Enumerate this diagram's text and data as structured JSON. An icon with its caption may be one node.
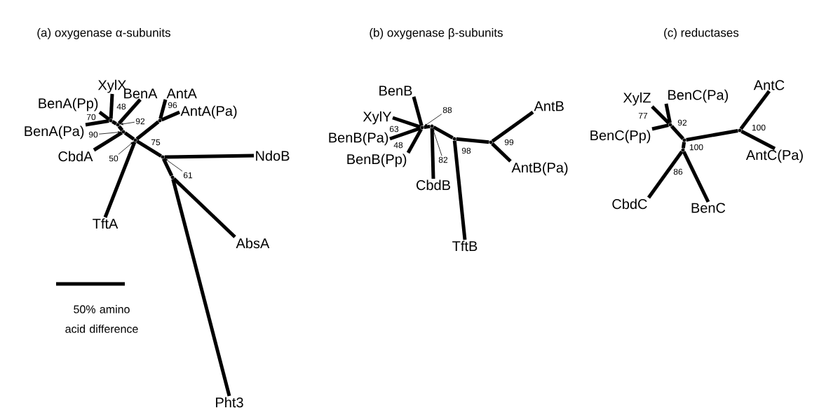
{
  "diagram": {
    "nodes": [
      {
        "text": [],
        "shape": "circle"
      },
      {
        "text": [],
        "shape": "circle"
      },
      {
        "text": [],
        "shape": "circle"
      },
      {
        "text": [],
        "shape": "circle"
      },
      {
        "text": [],
        "shape": "circle"
      },
      {
        "text": [],
        "shape": "circle"
      },
      {
        "text": [],
        "shape": "circle"
      },
      {
        "text": [
          "XylX"
        ]
      },
      {
        "text": [
          "BenA(Pp)"
        ]
      },
      {
        "text": [
          "BenA"
        ]
      },
      {
        "text": [
          "AntA"
        ]
      },
      {
        "text": [
          "AntA(Pa)"
        ]
      },
      {
        "text": [
          "BenA(Pa)"
        ]
      },
      {
        "text": [
          "CbdA"
        ]
      },
      {
        "text": [
          "NdoB"
        ]
      },
      {
        "text": [
          "TftA"
        ]
      },
      {
        "text": [
          "AbsA"
        ]
      },
      {
        "text": [
          "Pht3"
        ]
      },
      {
        "text": [
          "92"
        ]
      },
      {
        "text": [
          "90"
        ]
      },
      {
        "text": [
          "50"
        ]
      },
      {
        "text": [
          "61"
        ]
      },
      {
        "text": [],
        "shape": "circle"
      },
      {
        "text": [],
        "shape": "circle"
      },
      {
        "text": [],
        "shape": "circle"
      },
      {
        "text": [],
        "shape": "circle"
      },
      {
        "text": [
          "BenB"
        ]
      },
      {
        "text": [
          "XylY"
        ]
      },
      {
        "text": [
          "BenB(Pa)"
        ]
      },
      {
        "text": [
          "BenB(Pp)"
        ]
      },
      {
        "text": [
          "CbdB"
        ]
      },
      {
        "text": [
          "TftB"
        ]
      },
      {
        "text": [
          "AntB"
        ]
      },
      {
        "text": [
          "AntB(Pa)"
        ]
      },
      {
        "text": [
          "88"
        ]
      },
      {
        "text": [
          "82"
        ]
      },
      {
        "text": [],
        "shape": "circle"
      },
      {
        "text": [],
        "shape": "circle"
      },
      {
        "text": [],
        "shape": "circle"
      },
      {
        "text": [],
        "shape": "circle"
      },
      {
        "text": [
          "XylZ"
        ]
      },
      {
        "text": [
          "BenC(Pa)"
        ]
      },
      {
        "text": [
          "BenC(Pp)"
        ]
      },
      {
        "text": [
          "AntC"
        ]
      },
      {
        "text": [
          "AntC(Pa)"
        ]
      },
      {
        "text": [
          "CbdC"
        ]
      },
      {
        "text": [
          "BenC"
        ]
      }
    ],
    "edges": [
      {
        "from": 0,
        "to": 7,
        "arrow": "none"
      },
      {
        "from": 0,
        "to": 8,
        "arrow": "none"
      },
      {
        "from": 0,
        "to": 12,
        "arrow": "none"
      },
      {
        "from": 1,
        "to": 0,
        "arrow": "none"
      },
      {
        "from": 1,
        "to": 9,
        "arrow": "none"
      },
      {
        "from": 2,
        "to": 1,
        "arrow": "none"
      },
      {
        "from": 2,
        "to": 13,
        "arrow": "none"
      },
      {
        "from": 3,
        "to": 2,
        "arrow": "none"
      },
      {
        "from": 3,
        "to": 15,
        "arrow": "none"
      },
      {
        "from": 3,
        "to": 4,
        "arrow": "none"
      },
      {
        "from": 4,
        "to": 10,
        "arrow": "none"
      },
      {
        "from": 4,
        "to": 11,
        "arrow": "none"
      },
      {
        "from": 3,
        "to": 5,
        "arrow": "none"
      },
      {
        "from": 5,
        "to": 14,
        "arrow": "none"
      },
      {
        "from": 5,
        "to": 6,
        "arrow": "none"
      },
      {
        "from": 6,
        "to": 16,
        "arrow": "none"
      },
      {
        "from": 6,
        "to": 17,
        "arrow": "none"
      },
      {
        "from": 18,
        "to": 1,
        "arrow": "to"
      },
      {
        "from": 19,
        "to": 2,
        "arrow": "to"
      },
      {
        "from": 20,
        "to": 3,
        "arrow": "to"
      },
      {
        "from": 21,
        "to": 5,
        "arrow": "to"
      },
      {
        "from": 22,
        "to": 26,
        "arrow": "none"
      },
      {
        "from": 22,
        "to": 27,
        "arrow": "none"
      },
      {
        "from": 22,
        "to": 28,
        "arrow": "none"
      },
      {
        "from": 22,
        "to": 29,
        "arrow": "none"
      },
      {
        "from": 23,
        "to": 22,
        "arrow": "none"
      },
      {
        "from": 23,
        "to": 30,
        "arrow": "none"
      },
      {
        "from": 24,
        "to": 23,
        "arrow": "none"
      },
      {
        "from": 24,
        "to": 31,
        "arrow": "none"
      },
      {
        "from": 24,
        "to": 25,
        "arrow": "none"
      },
      {
        "from": 25,
        "to": 32,
        "arrow": "none"
      },
      {
        "from": 25,
        "to": 33,
        "arrow": "none"
      },
      {
        "from": 34,
        "to": 22,
        "arrow": "to"
      },
      {
        "from": 35,
        "to": 23,
        "arrow": "to"
      },
      {
        "from": 36,
        "to": 40,
        "arrow": "none"
      },
      {
        "from": 36,
        "to": 41,
        "arrow": "none"
      },
      {
        "from": 36,
        "to": 42,
        "arrow": "none"
      },
      {
        "from": 37,
        "to": 36,
        "arrow": "none"
      },
      {
        "from": 37,
        "to": 38,
        "arrow": "none"
      },
      {
        "from": 37,
        "to": 39,
        "arrow": "none"
      },
      {
        "from": 38,
        "to": 43,
        "arrow": "none"
      },
      {
        "from": 38,
        "to": 44,
        "arrow": "none"
      },
      {
        "from": 39,
        "to": 45,
        "arrow": "none"
      },
      {
        "from": 39,
        "to": 46,
        "arrow": "none"
      }
    ],
    "labels": [
      "(a) oxygenase α-subunits",
      "(b) oxygenase β-subunits",
      "(c) reductases",
      "48",
      "70",
      "96",
      "75",
      "63",
      "48",
      "98",
      "99",
      "77",
      "92",
      "100",
      "86",
      "100",
      "50% amino acid difference"
    ]
  }
}
